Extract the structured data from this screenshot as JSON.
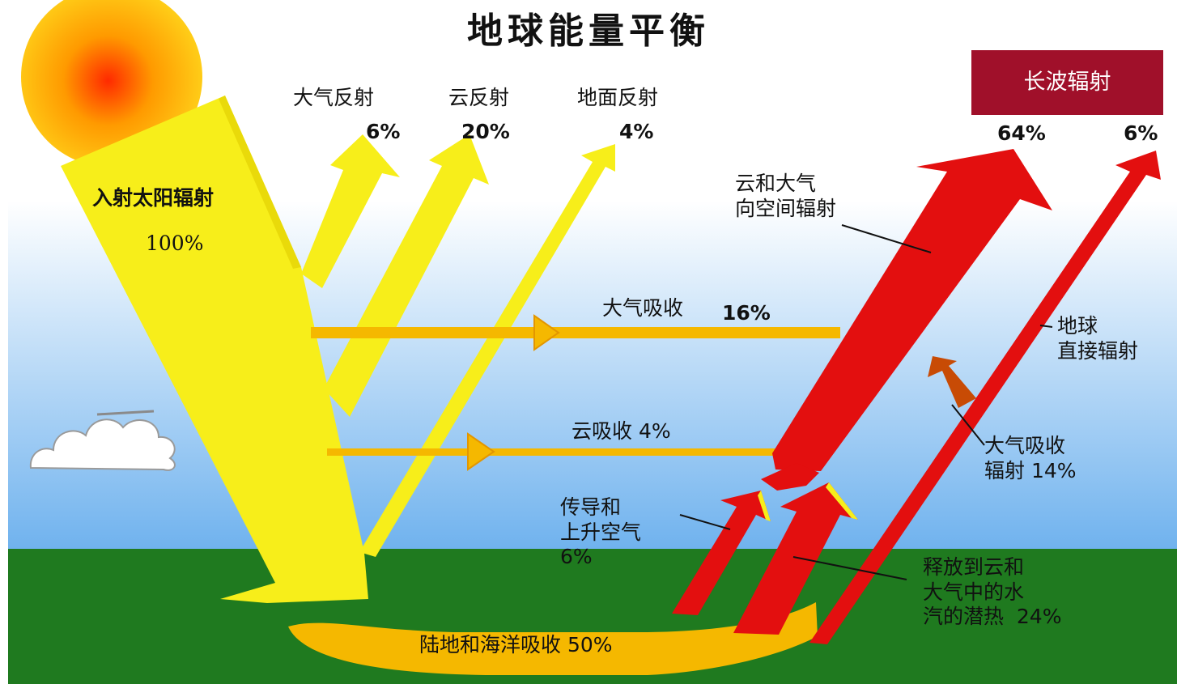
{
  "title": "地球能量平衡",
  "labels": {
    "incoming": "入射太阳辐射",
    "incoming_pct": "100%",
    "atm_reflect": "大气反射",
    "atm_reflect_pct": "6%",
    "cloud_reflect": "云反射",
    "cloud_reflect_pct": "20%",
    "ground_reflect": "地面反射",
    "ground_reflect_pct": "4%",
    "longwave": "长波辐射",
    "longwave_pct_1": "64%",
    "longwave_pct_2": "6%",
    "cloud_atm_emit": "云和大气\n向空间辐射",
    "atm_absorb": "大气吸收",
    "atm_absorb_pct": "16%",
    "cloud_absorb": "云吸收 4%",
    "earth_direct": "地球\n直接辐射",
    "atm_absorb_rad": "大气吸收\n辐射 14%",
    "conduction": "传导和\n上升空气\n6%",
    "latent_heat": "释放到云和\n大气中的水\n汽的潜热  24%",
    "surface_absorb": "陆地和海洋吸收 50%"
  },
  "colors": {
    "sky_top": "#ffffff",
    "sky_bottom": "#6fb2ee",
    "ground": "#1f7a1f",
    "solar": "#f7ee1a",
    "absorbed": "#f5b800",
    "longwave": "#e30f0f",
    "longwave_label_bg": "#a0102a",
    "atm_absorb_arrow": "#c84b05"
  }
}
